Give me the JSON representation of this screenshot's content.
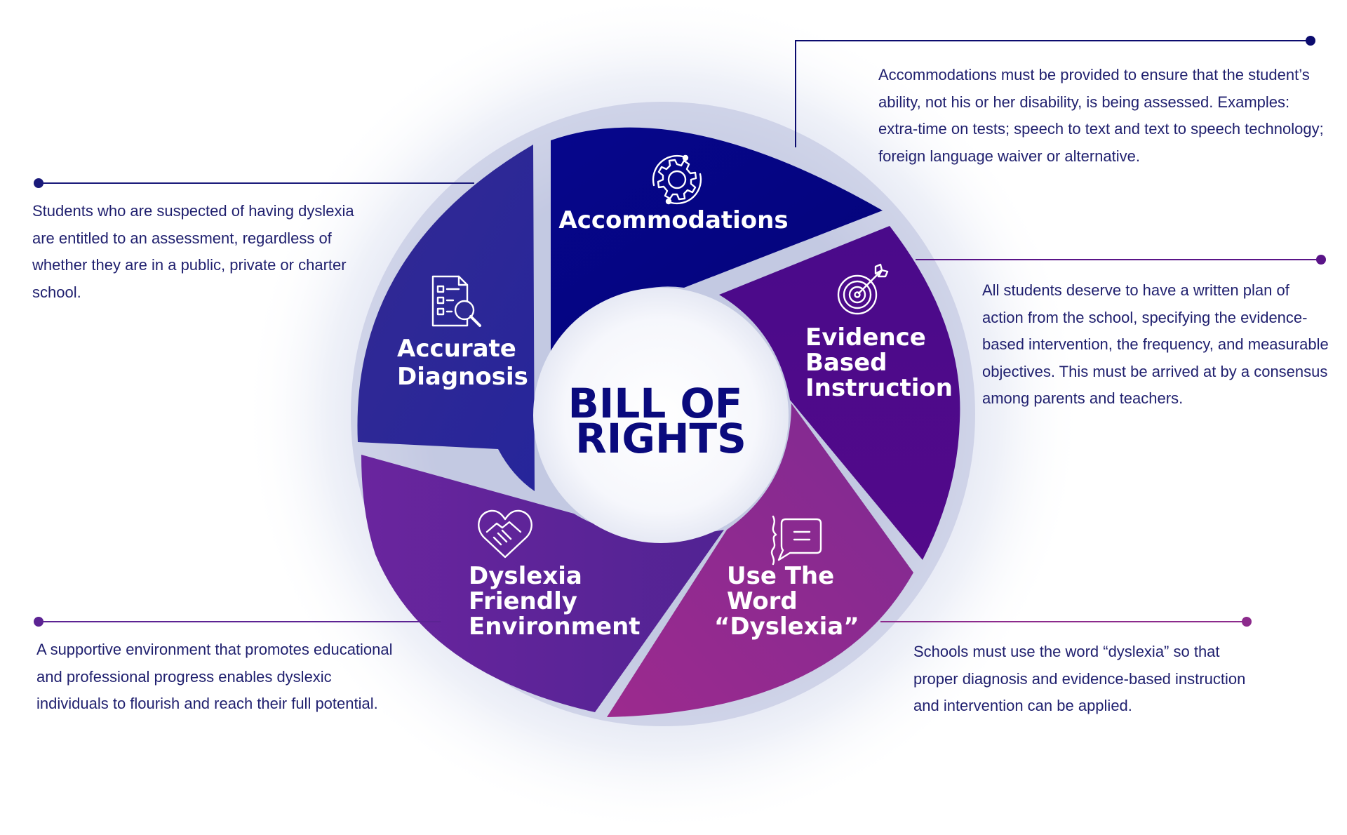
{
  "center_title": {
    "line1": "BILL OF",
    "line2": "RIGHTS"
  },
  "segments": [
    {
      "id": "accommodations",
      "icon": "gear-icon",
      "label_lines": [
        "Accommodations"
      ],
      "color": "#050584",
      "description": "Accommodations must be provided to ensure that the student’s ability, not his or her disability, is being assessed. Examples: extra-time on tests; speech to text and text to speech technology; foreign language waiver or alternative.",
      "connector_color": "#0b0b6e"
    },
    {
      "id": "evidence-based-instruction",
      "icon": "target-icon",
      "label_lines": [
        "Evidence",
        "Based",
        "Instruction"
      ],
      "color": "#4e0a8a",
      "description": "All students deserve to have a written plan of action from the school, specifying the evidence-based intervention, the frequency, and measurable objectives. This must be arrived at by a consensus among parents and teachers.",
      "connector_color": "#5a1488"
    },
    {
      "id": "use-the-word-dyslexia",
      "icon": "speech-bubble-icon",
      "label_lines": [
        "Use The",
        "Word",
        "“Dyslexia”"
      ],
      "color": "#8f2a8e",
      "description": "Schools must use the word “dyslexia” so that proper diagnosis and evidence-based instruction and intervention can be applied.",
      "connector_color": "#8c2a8c"
    },
    {
      "id": "dyslexia-friendly-environment",
      "icon": "heart-handshake-icon",
      "label_lines": [
        "Dyslexia",
        "Friendly",
        "Environment"
      ],
      "color": "#5f2498",
      "description": "A supportive environment that promotes educational and professional progress enables dyslexic individuals to flourish and reach their full potential.",
      "connector_color": "#5c2393"
    },
    {
      "id": "accurate-diagnosis",
      "icon": "checklist-search-icon",
      "label_lines": [
        "Accurate",
        "Diagnosis"
      ],
      "color": "#2e2a92",
      "description": "Students who are suspected of having dyslexia are entitled to an assessment, regardless of whether they are in a public, private or charter school.",
      "connector_color": "#1a1a7a"
    }
  ]
}
